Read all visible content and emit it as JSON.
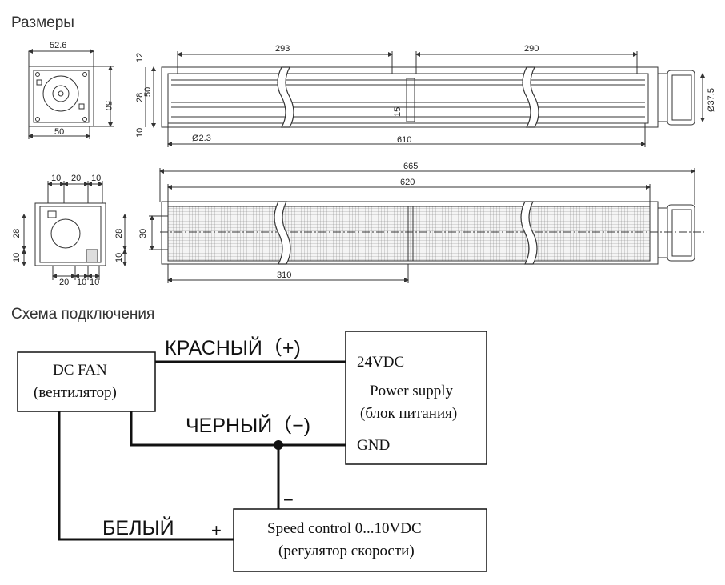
{
  "sections": {
    "dimensions_title": "Размеры",
    "wiring_title": "Схема подключения"
  },
  "top_view": {
    "end_width": "52.6",
    "end_base": "50",
    "end_height": "50",
    "len_a": "293",
    "len_b": "290",
    "h_total": "50",
    "h_12": "12",
    "h_28": "28",
    "h_10": "10",
    "h_15": "15",
    "hole": "Ø2.3",
    "total_610": "610",
    "dia": "Ø37.5"
  },
  "bottom_view": {
    "top_10a": "10",
    "top_20": "20",
    "top_10b": "10",
    "left_28": "28",
    "left_10": "10",
    "right_28": "28",
    "right_10": "10",
    "bot_20": "20",
    "bot_10a": "10",
    "bot_10b": "10",
    "total_665": "665",
    "total_620": "620",
    "h_30": "30",
    "half_310": "310"
  },
  "wiring": {
    "fan_line1": "DC FAN",
    "fan_line2": "(вентилятор)",
    "red_label": "КРАСНЫЙ（+)",
    "black_label": "ЧЕРНЫЙ（−)",
    "white_label": "БЕЛЫЙ",
    "plus_sign": "+",
    "minus_sign": "−",
    "psu_24v": "24VDC",
    "psu_line1": "Power supply",
    "psu_line2": "(блок питания)",
    "psu_gnd": "GND",
    "ctrl_line1": "Speed control 0...10VDC",
    "ctrl_line2": "(регулятор скорости)"
  }
}
